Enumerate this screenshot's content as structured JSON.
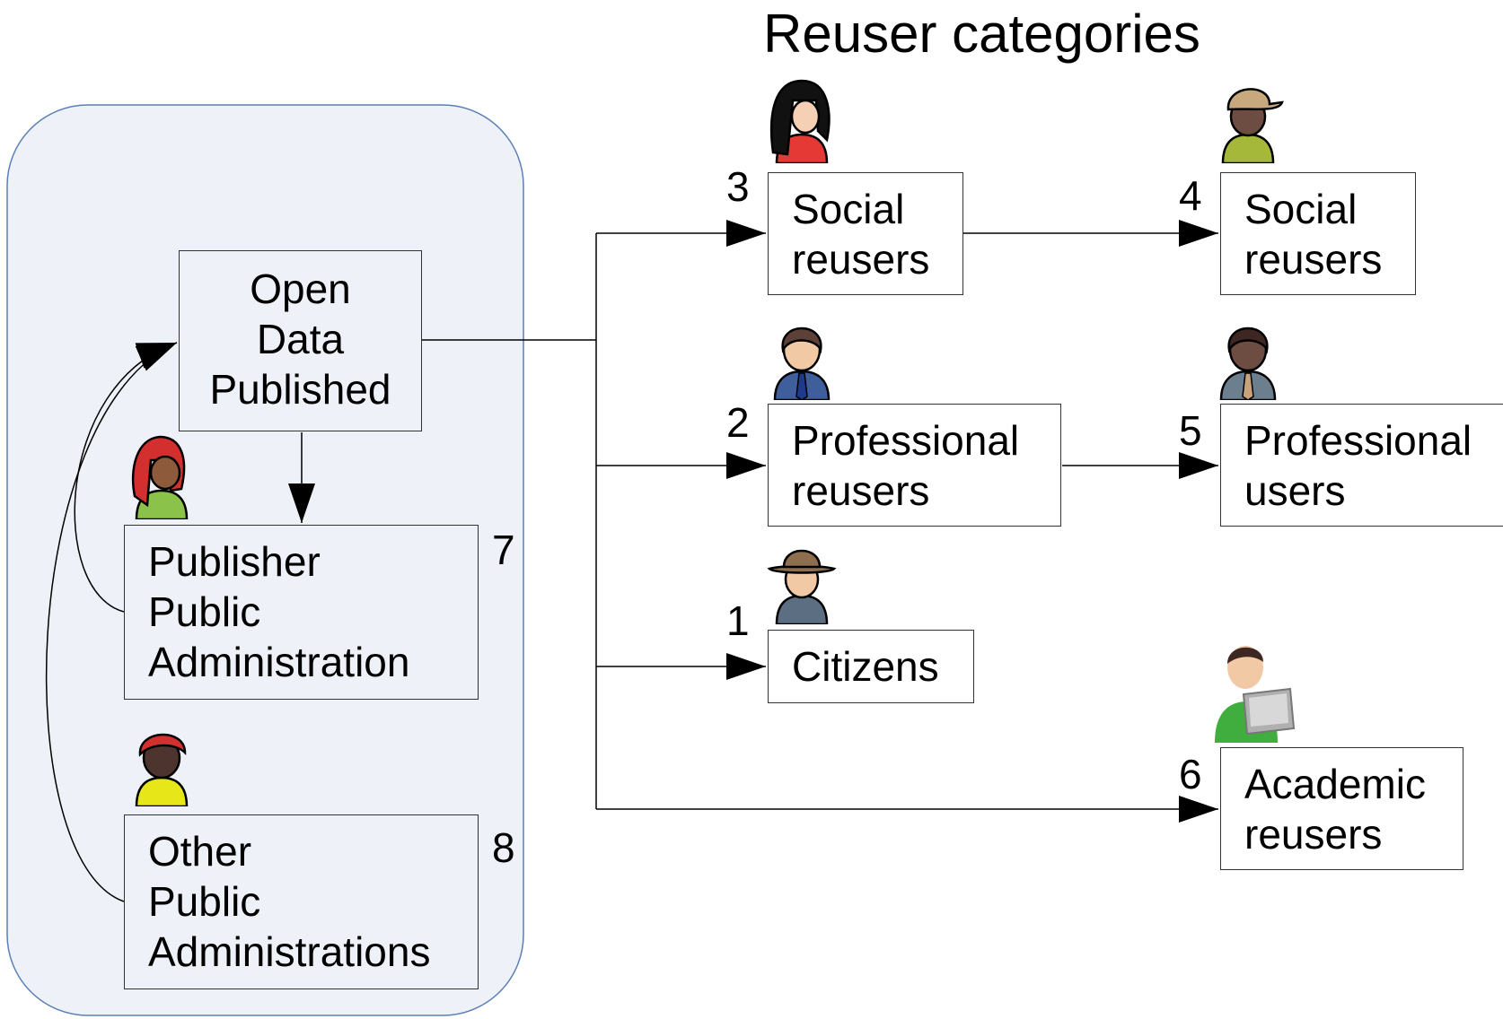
{
  "title": "Reuser categories",
  "nodes": {
    "open_data": {
      "lines": [
        "Open",
        "Data",
        "Published"
      ]
    },
    "publisher_pa": {
      "lines": [
        "Publisher",
        "Public",
        "Administration"
      ],
      "number": "7"
    },
    "other_pa": {
      "lines": [
        "Other",
        "Public",
        "Administrations"
      ],
      "number": "8"
    },
    "social_reusers_3": {
      "lines": [
        "Social",
        "reusers"
      ],
      "number": "3"
    },
    "professional_reusers_2": {
      "lines": [
        "Professional",
        "reusers"
      ],
      "number": "2"
    },
    "citizens_1": {
      "lines": [
        "Citizens"
      ],
      "number": "1"
    },
    "social_reusers_4": {
      "lines": [
        "Social",
        "reusers"
      ],
      "number": "4"
    },
    "professional_users_5": {
      "lines": [
        "Professional",
        "users"
      ],
      "number": "5"
    },
    "academic_reusers_6": {
      "lines": [
        "Academic",
        "reusers"
      ],
      "number": "6"
    }
  },
  "icons": {
    "publisher": "woman-red-hair-avatar-icon",
    "other": "person-red-cap-avatar-icon",
    "social3": "woman-black-hair-avatar-icon",
    "professional2": "businessman-avatar-icon",
    "citizen1": "man-hat-avatar-icon",
    "social4": "man-cap-avatar-icon",
    "professional5": "businessman-dark-avatar-icon",
    "academic6": "person-laptop-icon"
  },
  "colors": {
    "admin_panel_fill": "#eef2f8",
    "admin_panel_border": "#5b7fb5",
    "box_border": "#333333",
    "connector": "#000000"
  }
}
